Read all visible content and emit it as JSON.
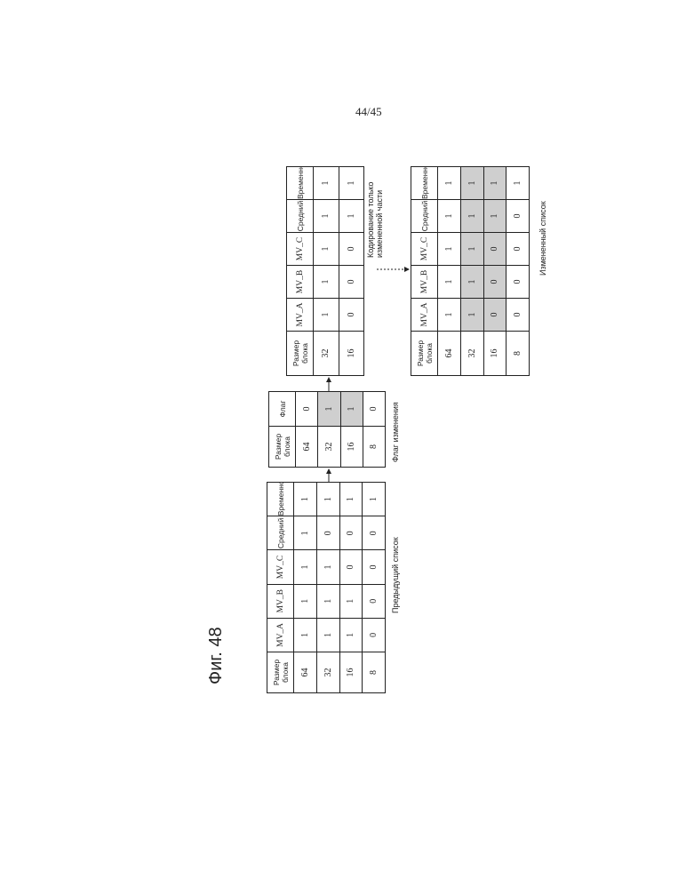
{
  "page_number": "44/45",
  "figure_title": "Фиг. 48",
  "previous_list": {
    "caption": "Предыдущий список",
    "headers": [
      "Размер блока",
      "MV_A",
      "MV_B",
      "MV_C",
      "Средний",
      "Временной"
    ],
    "rows": [
      [
        "64",
        "1",
        "1",
        "1",
        "1",
        "1"
      ],
      [
        "32",
        "1",
        "1",
        "1",
        "0",
        "1"
      ],
      [
        "16",
        "1",
        "1",
        "0",
        "0",
        "1"
      ],
      [
        "8",
        "0",
        "0",
        "0",
        "0",
        "1"
      ]
    ]
  },
  "change_flag": {
    "caption": "Флаг изменения",
    "headers": [
      "Размер блока",
      "Флаг"
    ],
    "rows": [
      [
        "64",
        "0"
      ],
      [
        "32",
        "1"
      ],
      [
        "16",
        "1"
      ],
      [
        "8",
        "0"
      ]
    ]
  },
  "encoded_part": {
    "note_line1": "Кодирование только",
    "note_line2": "измененной части",
    "headers": [
      "Размер блока",
      "MV_A",
      "MV_B",
      "MV_C",
      "Средний",
      "Временной"
    ],
    "rows": [
      [
        "32",
        "1",
        "1",
        "1",
        "1",
        "1"
      ],
      [
        "16",
        "0",
        "0",
        "0",
        "1",
        "1"
      ]
    ]
  },
  "changed_list": {
    "caption": "Измененный список",
    "headers": [
      "Размер блока",
      "MV_A",
      "MV_B",
      "MV_C",
      "Средний",
      "Временной"
    ],
    "rows": [
      [
        "64",
        "1",
        "1",
        "1",
        "1",
        "1"
      ],
      [
        "32",
        "1",
        "1",
        "1",
        "1",
        "1"
      ],
      [
        "16",
        "0",
        "0",
        "0",
        "1",
        "1"
      ],
      [
        "8",
        "0",
        "0",
        "0",
        "0",
        "1"
      ]
    ]
  }
}
